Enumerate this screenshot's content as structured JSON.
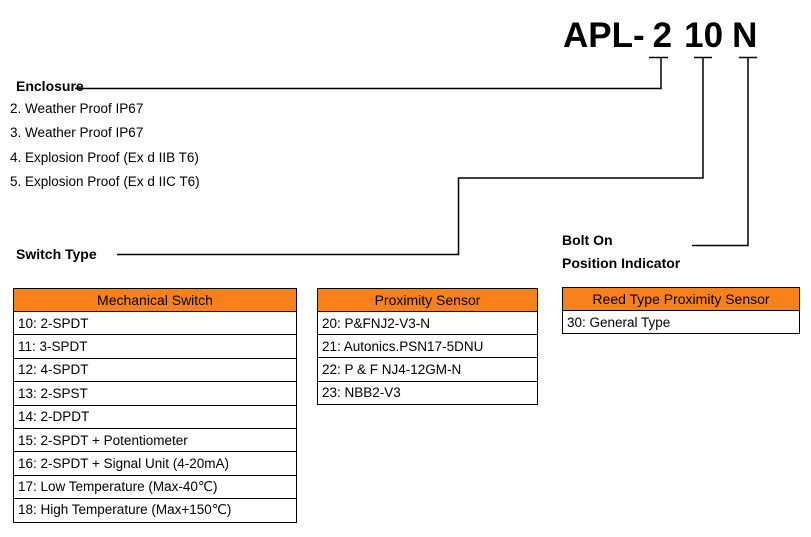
{
  "model_code": {
    "prefix": "APL-",
    "enclosure_code": "2",
    "switch_code": "10",
    "indicator_code": "N"
  },
  "enclosure": {
    "heading": "Enclosure",
    "options": [
      "2. Weather Proof IP67",
      "3. Weather Proof IP67",
      "4. Explosion Proof (Ex d IIB T6)",
      "5. Explosion Proof (Ex d IIC T6)"
    ]
  },
  "switch_type": {
    "heading": "Switch Type"
  },
  "position_indicator": {
    "heading_line1": "Bolt On",
    "heading_line2": "Position Indicator"
  },
  "tables": {
    "mechanical_switch": {
      "header": "Mechanical Switch",
      "rows": [
        "10: 2-SPDT",
        "11: 3-SPDT",
        "12: 4-SPDT",
        "13: 2-SPST",
        "14: 2-DPDT",
        "15: 2-SPDT + Potentiometer",
        "16: 2-SPDT + Signal Unit (4-20mA)",
        "17: Low Temperature (Max-40℃)",
        "18: High Temperature (Max+150℃)"
      ]
    },
    "proximity_sensor": {
      "header": "Proximity Sensor",
      "rows": [
        "20: P&FNJ2-V3-N",
        "21: Autonics.PSN17-5DNU",
        "22: P & F NJ4-12GM-N",
        "23: NBB2-V3"
      ]
    },
    "reed_type": {
      "header": "Reed Type Proximity Sensor",
      "rows": [
        "30: General Type"
      ]
    }
  },
  "colors": {
    "table_header_bg": "#F8811B",
    "line_color": "#000000",
    "text_color": "#000000"
  }
}
